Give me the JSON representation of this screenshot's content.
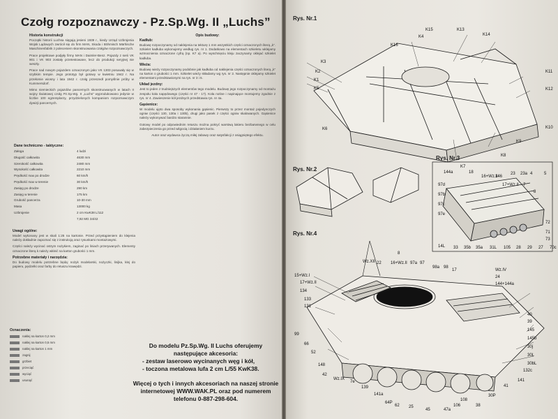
{
  "left_page": {
    "title": "Czołg rozpoznawczy - Pz.Sp.Wg. II „Luchs”",
    "history_heading": "Historia konstrukcji",
    "history_paragraphs": [
      "Początki historii Luchsa sięgają jesieni 1939 r., kiedy Urząd Uzbrojenia Wojsk Lądowych zwrócił się do firm MAN, Skoda i Böhmisch Märhische Maschinenfabrik z poleceniem skonstruowania czołgów rozpoznawczych.",
      "Prace projektowe podjęły firmy MAN i Daimler-Benz. Pojazdy z serii VK 901 i VK 903 zostały przetestowane, lecz do produkcji seryjnej nie weszły.",
      "Prace nad nowym pojazdem oznaczonym jako VK 1303 posuwały się w szybkim tempie. Jego prototyp był gotowy w kwietniu 1942 r. Na przełomie wiosny i lata 1942 r. czołg przeszedł pomyślnie próby w Kummersdorf.",
      "Mimo niemieckich pojazdów pancernych skonstruowanych w latach II wojny światowej czołg Pz.Sp.Wg. II „Luchs” wyprodukowano jedynie w liczbie 100 egzemplarzy, przydzielonych kompaniom rozpoznawczym dywizji pancernych."
    ],
    "specs_heading": "Dane techniczno - taktyczne:",
    "specs": [
      {
        "k": "Załoga",
        "v": "4 ludzi"
      },
      {
        "k": "Długość całkowita",
        "v": "4630 mm"
      },
      {
        "k": "Szerokość całkowita",
        "v": "2480 mm"
      },
      {
        "k": "Wysokość całkowita",
        "v": "2210 mm"
      },
      {
        "k": "Prędkość max po drodze",
        "v": "60 km/h"
      },
      {
        "k": "Prędkość max w terenie",
        "v": "30 km/h"
      },
      {
        "k": "Zasięg po drodze",
        "v": "290 km"
      },
      {
        "k": "Zasięg w terenie",
        "v": "175 km"
      },
      {
        "k": "Grubość pancerza",
        "v": "10-30 mm"
      },
      {
        "k": "Masa",
        "v": "13000 kg"
      },
      {
        "k": "Uzbrojenie",
        "v": "2 cm KwK38 L/112"
      },
      {
        "k": "",
        "v": "7,92 MG 34/42"
      }
    ],
    "notes_heading": "Uwagi ogólne:",
    "notes_paragraphs": [
      "Model wykonany jest w skali 1:25 na kartonie. Przed przystąpieniem do klejenia należy dokładnie zapoznać się z instrukcją oraz rysunkami montażowymi.",
      "Części należy wycinać ostrym nożykiem, zaginać po liniach przerywanych. Elementy oznaczone literą k należy wkleić na karton grubości 1 mm."
    ],
    "materials_heading": "Potrzebne materiały i narzędzia:",
    "materials_paragraph": "Do budowy modelu potrzebne będą: nożyk modelarski, nożyczki, linijka, klej do papieru, pędzelki oraz farby do retuszu krawędzi.",
    "parts_heading": "Oznaczenia:",
    "parts": [
      {
        "label": "naklej na karton 0,2 mm"
      },
      {
        "label": "naklej na karton 0,5 mm"
      },
      {
        "label": "naklej na karton 1 mm"
      },
      {
        "label": "zagnij"
      },
      {
        "label": "grzbiet"
      },
      {
        "label": "przeciąć"
      },
      {
        "label": "wyciąć"
      },
      {
        "label": "usunąć"
      }
    ]
  },
  "middle_column": {
    "heading": "Opis budowy:",
    "kadlub_heading": "Kadłub:",
    "kadlub_text": "Budowę rozpoczynamy od naklejenia na tekturę 1 mm wszystkich części oznaczonych literą „k”. Szkielet kadłuba wykonujemy według rys. nr 1. Dodatkowo na elementach szkieletu wklejamy wzmocnienia oznaczone cyfrą (np. K7 a). Po wyschnięciu kleju zaczynamy oklejać szkielet kadłuba.",
    "wieza_heading": "Wieża:",
    "wieza_text": "Budowę wieży rozpoczynamy podobnie jak kadłuba od naklejenia części oznaczonych literą „k” na karton o grubości 1 mm. Szkielet wieży składamy wg rys. nr 2. Następnie oklejamy szkielet elementami przedstawionymi na rys. nr 3 i 5.",
    "uklad_heading": "Układ jezdny:",
    "uklad_text": "Jest to jeden z trudniejszych elementów tego modelu. Budowę jego rozpoczynamy od montażu zespołu koła napędowego (części nr 47 - 17). Koła nośne i napinające montujemy zgodnie z rys. nr 4. Zawieszenie kół jezdnych przedstawia rys. nr 4a.",
    "gasienice_heading": "Gąsienice:",
    "gasienice_text": "W modelu ujęto dwa sposoby wykonania gąsienic. Pierwszy to przez montaż pojedynczych ogniw (części 130, 130a i 130b), drugi jako pasek z części ogniw skalowanych. Gąsienice należy wykonywać bardzo starannie.",
    "closing_text": "Gotowy model po odpowiednim retuszu można pokryć warstwą lakieru bezbarwnego w celu zabezpieczenia go przed wilgocią i działaniem kurzu.",
    "signature": "Autor oraz wydawca życzą miłej zabawy oraz satysfakcji z osiągniętego efektu."
  },
  "ad": {
    "intro": "Do modelu Pz.Sp.Wg. II Luchs oferujemy następujące akcesoria:",
    "items": [
      "- zestaw laserowo wycinanych węg i kół,",
      "- toczona metalowa lufa 2 cm L/55 KwK38."
    ],
    "contact": "Więcej o tych i innych akcesoriach na naszej stronie internetowej WWW.WAK.PL oraz pod numerem telefonu 0-887-298-604."
  },
  "right_page": {
    "rys1_label": "Rys. Nr.1",
    "rys2_label": "Rys. Nr.2",
    "rys3_label": "Rys. Nr.3",
    "rys4_label": "Rys. Nr.4",
    "rys1_callouts": [
      "K15",
      "K13",
      "K14",
      "K4",
      "K16",
      "K3",
      "K2",
      "K1",
      "K5",
      "K6",
      "K7",
      "K8",
      "K9",
      "K10",
      "K11",
      "K12"
    ],
    "rys3_callouts": [
      "144a",
      "18",
      "16+Wz.II",
      "146",
      "23",
      "23a",
      "4",
      "5",
      "97d",
      "97b",
      "97c",
      "97e",
      "17+Wz.II",
      "7",
      "8",
      "72",
      "73",
      "71",
      "14L",
      "33",
      "35b",
      "35a",
      "31L",
      "105",
      "28",
      "29",
      "27",
      "70c"
    ],
    "rys4_callouts": [
      "Wz.XII",
      "22",
      "16+Wz.II",
      "97a",
      "97",
      "98a",
      "98",
      "17",
      "15+Wz.I",
      "17+Wz.II",
      "134",
      "133",
      "131",
      "Wz.IV",
      "24",
      "144+144a",
      "99",
      "66",
      "52",
      "148",
      "42",
      "Wz.IX",
      "7e",
      "139",
      "141a",
      "64P",
      "62",
      "25",
      "45",
      "47a",
      "108",
      "30P",
      "141",
      "132c",
      "30bL",
      "30L",
      "30j",
      "145b",
      "145",
      "39",
      "40",
      "41",
      "38",
      "106",
      "8"
    ]
  }
}
